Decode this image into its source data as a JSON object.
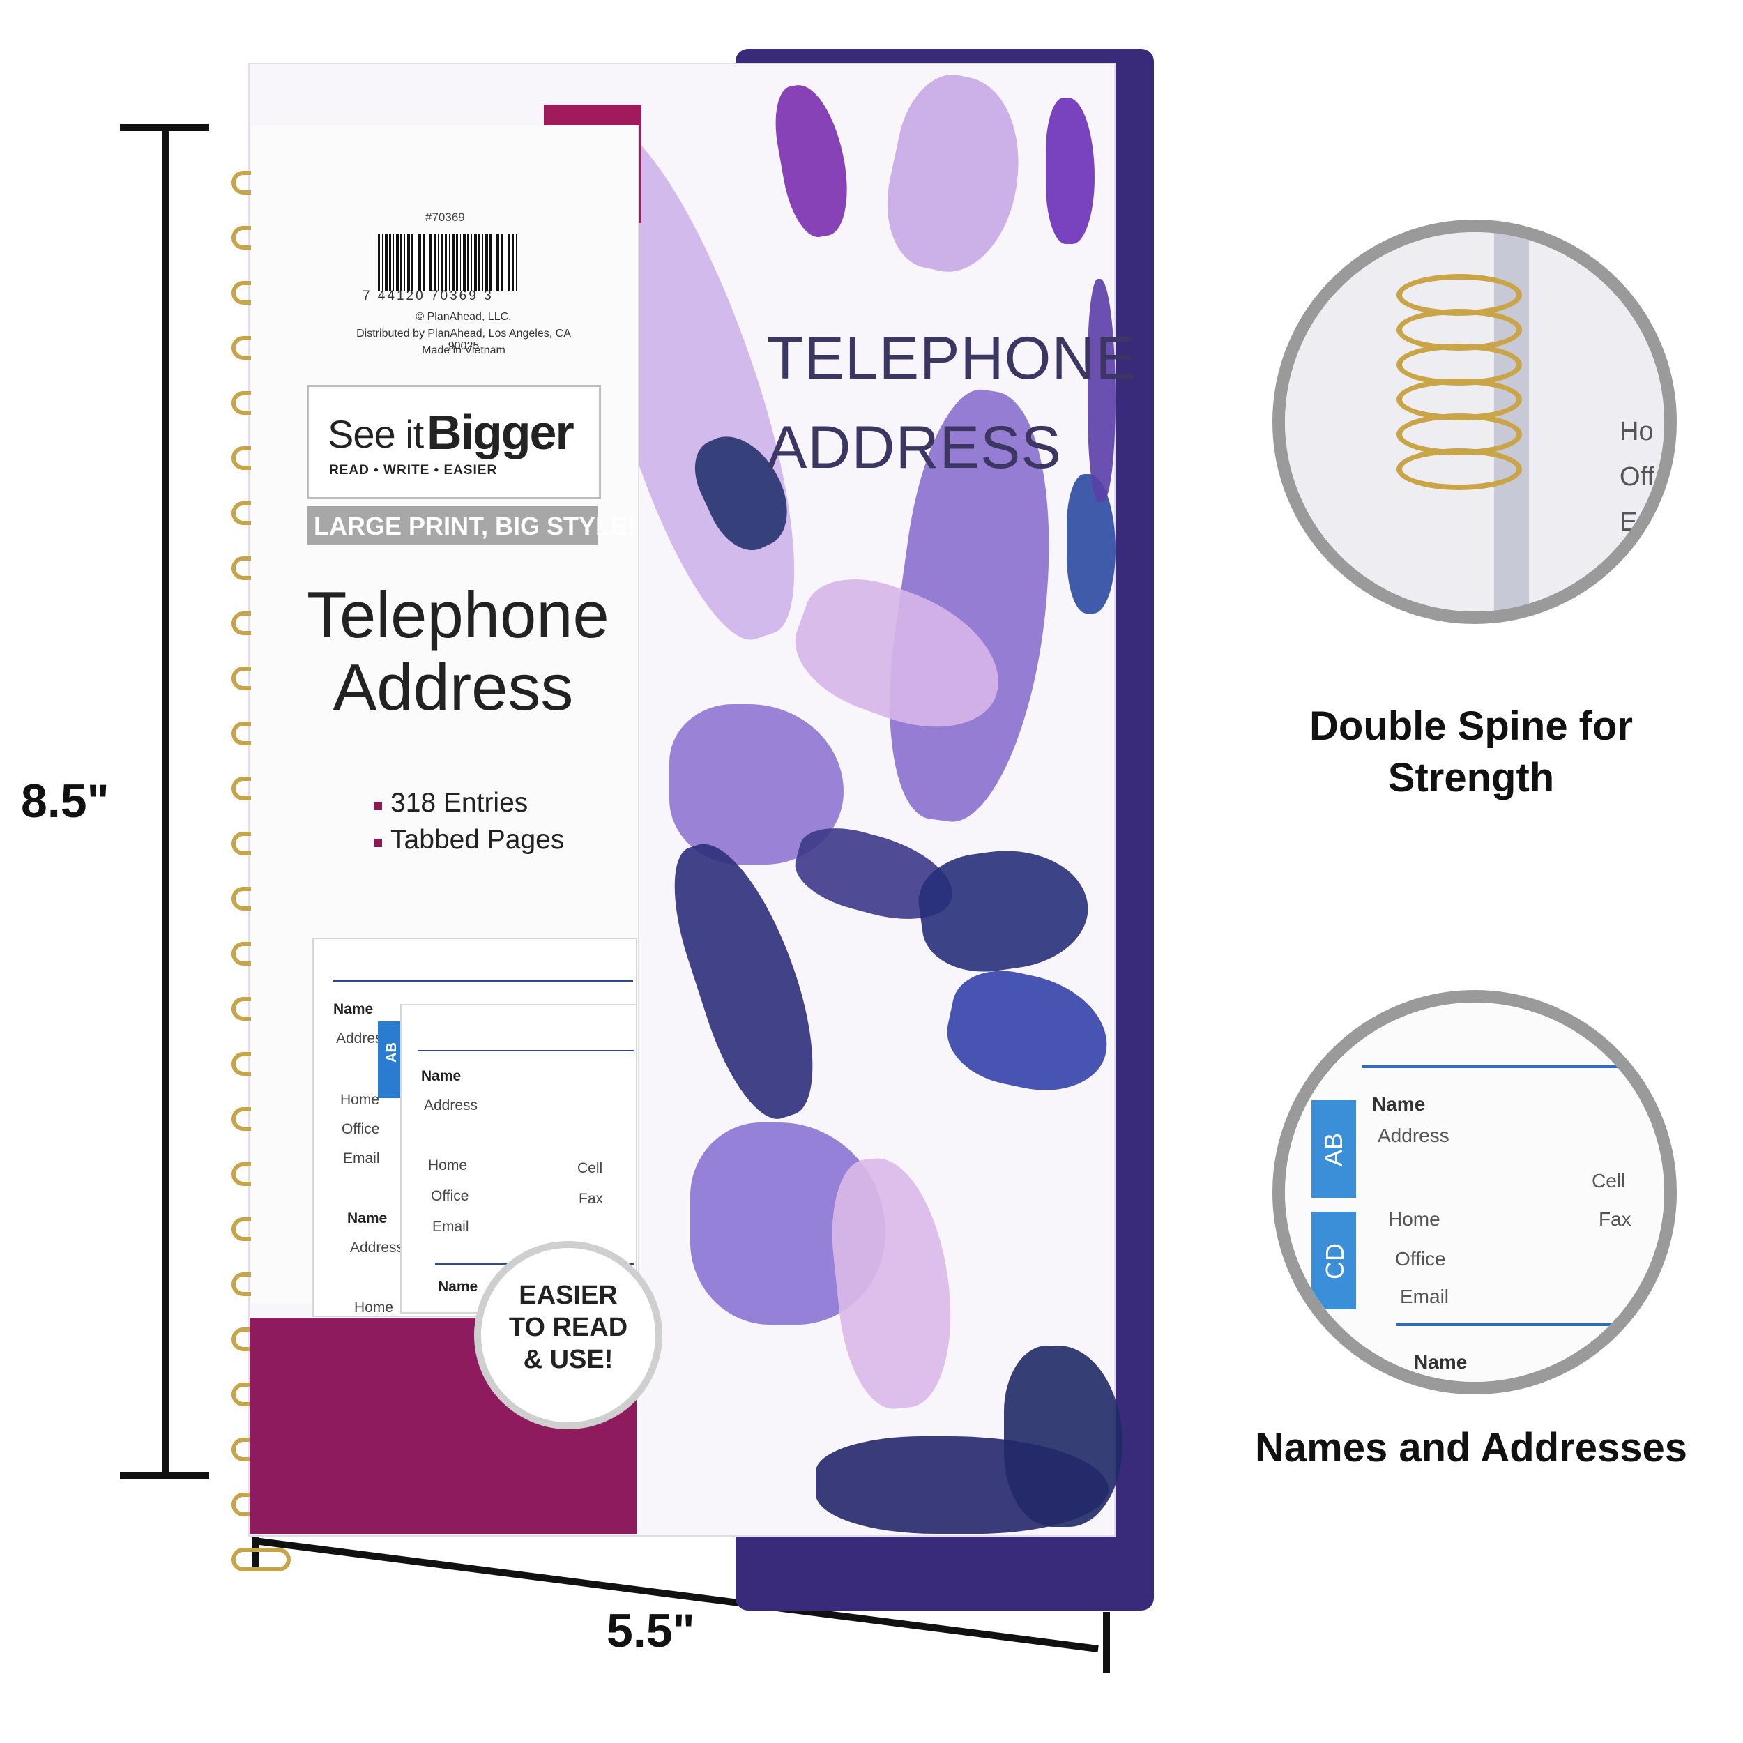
{
  "dimensions": {
    "height_label": "8.5\"",
    "width_label": "5.5\""
  },
  "cover": {
    "title_line1": "TELEPHONE",
    "title_line2": "ADDRESS"
  },
  "label": {
    "sku": "#70369",
    "barcode_digits": "7  44120  70369  3",
    "publisher": "© PlanAhead, LLC.",
    "distributor": "Distributed by PlanAhead, Los Angeles, CA 90025",
    "origin": "Made in Vietnam",
    "brand_see": "See it",
    "brand_big": "Bigger",
    "brand_tagline": "READ • WRITE • EASIER",
    "banner": "LARGE PRINT, BIG STYLE!",
    "title_line1": "Telephone",
    "title_line2": "Address",
    "features": [
      "318 Entries",
      "Tabbed Pages"
    ],
    "badge": [
      "EASIER",
      "TO READ",
      "& USE!"
    ]
  },
  "page_preview": {
    "name": "Name",
    "address": "Address",
    "home": "Home",
    "office": "Office",
    "email": "Email",
    "cell": "Cell",
    "fax": "Fax",
    "tab_ab": "AB",
    "tab_cd": "CD"
  },
  "callouts": [
    {
      "caption_line1": "Double Spine for",
      "caption_line2": "Strength",
      "partial_labels": [
        "Ho",
        "Off",
        "Em"
      ]
    },
    {
      "caption_line1": "Names and Addresses",
      "caption_line2": ""
    }
  ],
  "colors": {
    "accent_magenta": "#8e1b5d",
    "cover_purple": "#7a5cc8",
    "tab_blue": "#2a7cd0",
    "spiral_gold": "#c6a54a"
  }
}
